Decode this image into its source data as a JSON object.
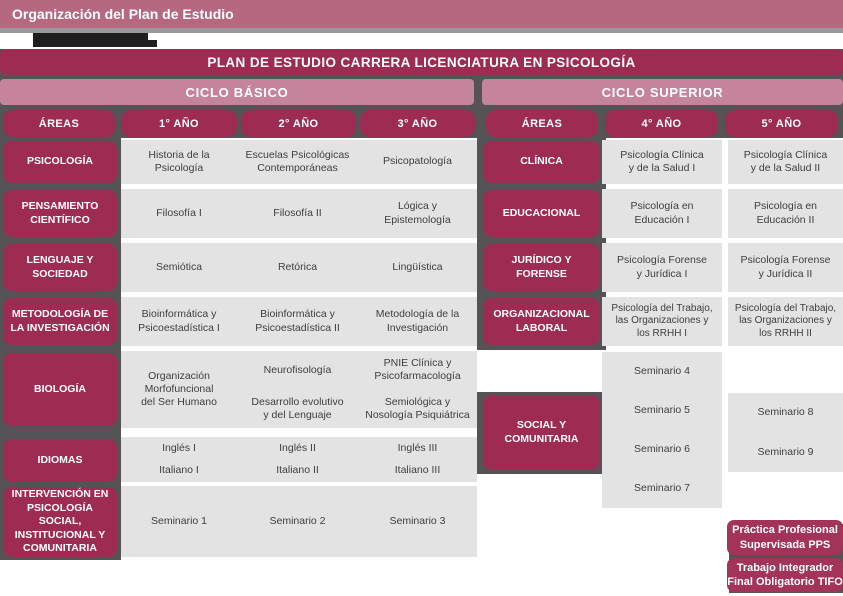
{
  "top_bar": {
    "title": "Organización del Plan de Estudio"
  },
  "main_title": "PLAN DE ESTUDIO CARRERA LICENCIATURA EN PSICOLOGÍA",
  "basic": {
    "cycle_label": "CICLO BÁSICO",
    "headers": [
      "ÁREAS",
      "1° AÑO",
      "2° AÑO",
      "3° AÑO"
    ]
  },
  "superior": {
    "cycle_label": "CICLO SUPERIOR",
    "headers": [
      "ÁREAS",
      "4° AÑO",
      "5° AÑO"
    ]
  },
  "basic_bands": [
    {
      "area": "PSICOLOGÍA",
      "c1": "Historia de la\nPsicología",
      "c2": "Escuelas Psicológicas\nContemporáneas",
      "c3": "Psicopatología"
    },
    {
      "area": "PENSAMIENTO\nCIENTÍFICO",
      "c1": "Filosofía I",
      "c2": "Filosofía II",
      "c3": "Lógica y\nEpistemología"
    },
    {
      "area": "LENGUAJE Y\nSOCIEDAD",
      "c1": "Semiótica",
      "c2": "Retórica",
      "c3": "Lingüística"
    },
    {
      "area": "METODOLOGÍA DE\nLA INVESTIGACIÓN",
      "c1": "Bioinformática y\nPsicoestadística I",
      "c2": "Bioinformática y\nPsicoestadística II",
      "c3": "Metodología de la\nInvestigación"
    },
    {
      "area": "BIOLOGÍA",
      "c1": "Organización\nMorfofuncional\ndel Ser Humano",
      "c2a": "Neurofisología",
      "c2b": "Desarrollo evolutivo\ny del Lenguaje",
      "c3a": "PNIE Clínica y\nPsicofarmacología",
      "c3b": "Semiológica y\nNosología Psiquiátrica"
    },
    {
      "area": "IDIOMAS",
      "c1a": "Inglés I",
      "c1b": "Italiano I",
      "c2a": "Inglés II",
      "c2b": "Italiano II",
      "c3a": "Inglés III",
      "c3b": "Italiano III"
    },
    {
      "area": "INTERVENCIÓN EN\nPSICOLOGÍA SOCIAL,\nINSTITUCIONAL Y\nCOMUNITARIA",
      "c1": "Seminario 1",
      "c2": "Seminario 2",
      "c3": "Seminario 3"
    }
  ],
  "superior_bands": [
    {
      "area": "CLÍNICA",
      "c4": "Psicología Clínica\ny de la Salud I",
      "c5": "Psicología Clínica\ny de la Salud II"
    },
    {
      "area": "EDUCACIONAL",
      "c4": "Psicología en\nEducación I",
      "c5": "Psicología en\nEducación II"
    },
    {
      "area": "JURÍDICO Y\nFORENSE",
      "c4": "Psicología Forense\ny Jurídica I",
      "c5": "Psicología Forense\ny Jurídica II"
    },
    {
      "area": "ORGANIZACIONAL\nLABORAL",
      "c4": "Psicología del Trabajo,\nlas Organizaciones y\nlos RRHH I",
      "c5": "Psicología del Trabajo,\nlas Organizaciones y\nlos RRHH II"
    }
  ],
  "social_band": {
    "area": "SOCIAL Y\nCOMUNITARIA",
    "col4_seminars": [
      "Seminario 4",
      "Seminario 5",
      "Seminario 6",
      "Seminario 7"
    ],
    "col5_seminars": [
      "Seminario 8",
      "Seminario 9"
    ]
  },
  "footer": {
    "pps": "Práctica Profesional\nSupervisada PPS",
    "tifo": "Trabajo Integrador\nFinal Obligatorio TIFO"
  },
  "colors": {
    "maroon": "#9e2c52",
    "rose_bar": "#b5687f",
    "light_rose": "#c6849c",
    "backdrop_gray": "#565357",
    "cell_gray": "#e3e3e3",
    "footer_maroon": "#a43359"
  }
}
